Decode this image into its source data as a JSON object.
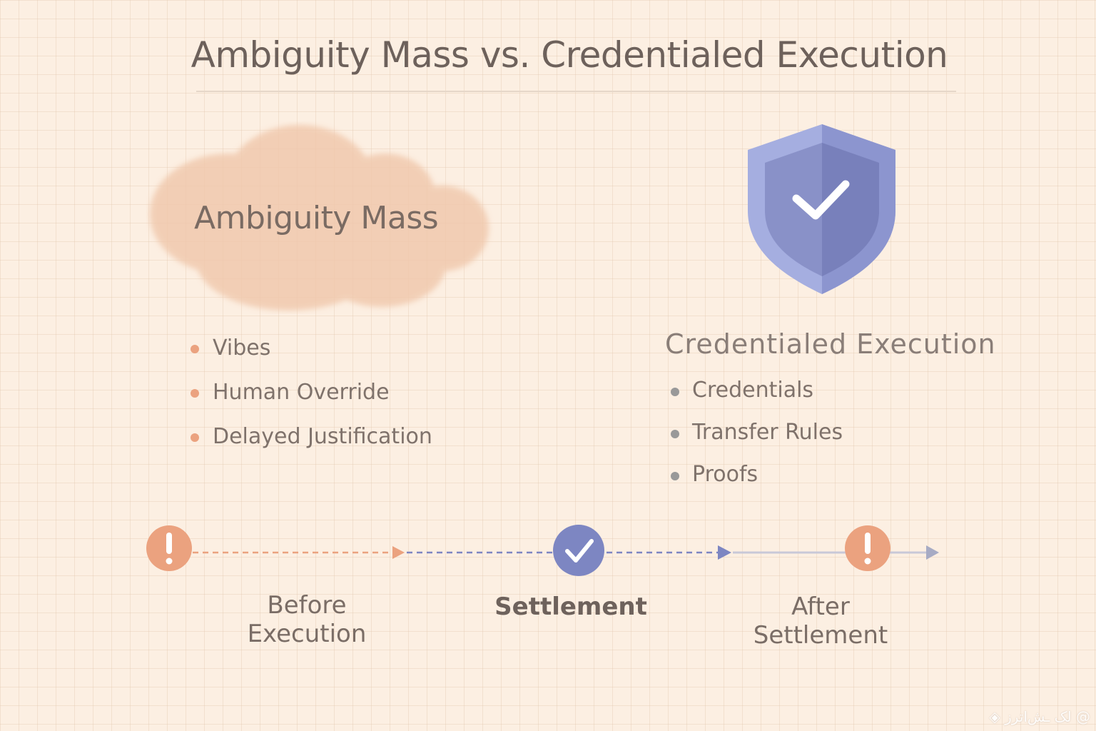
{
  "title": "Ambiguity Mass vs. Credentialed Execution",
  "left": {
    "heading": "Ambiguity Mass",
    "items": [
      "Vibes",
      "Human Override",
      "Delayed Justification"
    ],
    "color": "#eba27f"
  },
  "right": {
    "heading": "Credentialed Execution",
    "items": [
      "Credentials",
      "Transfer Rules",
      "Proofs"
    ],
    "color": "#7d86c2"
  },
  "timeline": {
    "stages": [
      {
        "label_line1": "Before",
        "label_line2": "Execution",
        "icon": "exclamation-icon"
      },
      {
        "label_line1": "Settlement",
        "icon": "check-icon"
      },
      {
        "label_line1": "After",
        "label_line2": "Settlement",
        "icon": "exclamation-icon"
      }
    ]
  },
  "watermark": "لک ـش‌اترز @"
}
